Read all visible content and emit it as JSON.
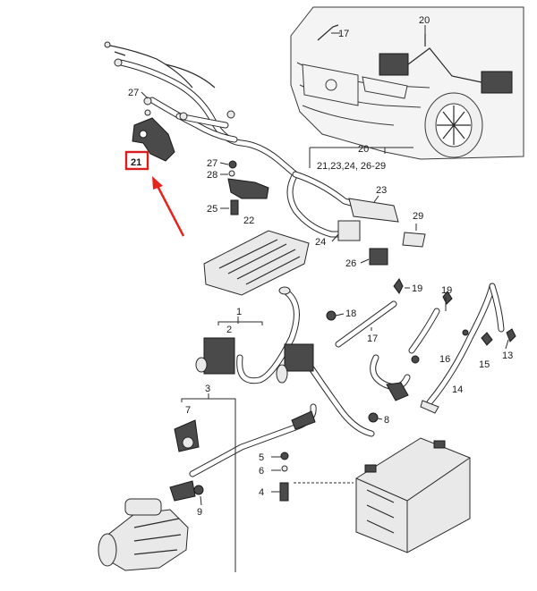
{
  "callouts": {
    "c1": "1",
    "c2": "2",
    "c3": "3",
    "c4": "4",
    "c5": "5",
    "c6": "6",
    "c7": "7",
    "c8": "8",
    "c9": "9",
    "c13": "13",
    "c14": "14",
    "c15": "15",
    "c16": "16",
    "c17a": "17",
    "c17b": "17",
    "c18": "18",
    "c19a": "19",
    "c19b": "19",
    "c20a": "20",
    "c20b": "20",
    "c21": "21",
    "c21group": "21,23,24, 26-29",
    "c22": "22",
    "c23": "23",
    "c24": "24",
    "c25": "25",
    "c26": "26",
    "c27a": "27",
    "c27b": "27",
    "c28": "28",
    "c29": "29"
  },
  "highlight": {
    "box_color": "#d81e1e",
    "arrow_color": "#e8231d",
    "target": "21"
  }
}
